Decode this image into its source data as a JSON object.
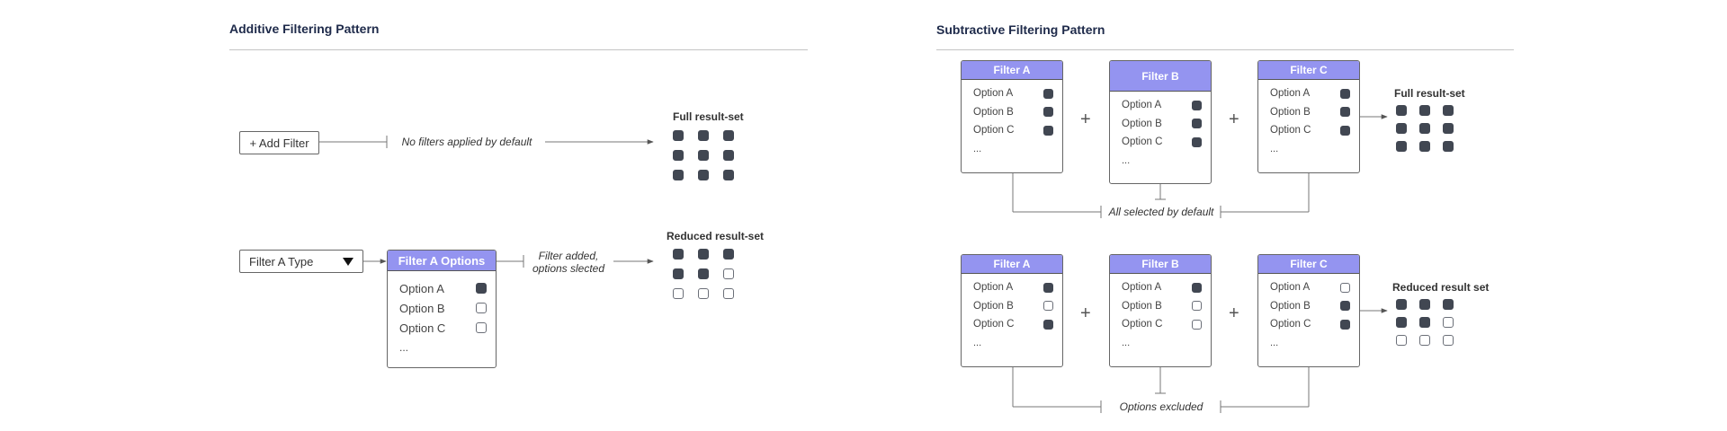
{
  "colors": {
    "header_fill": "#9494f0",
    "checked_fill": "#414752",
    "line": "#777777"
  },
  "additive": {
    "title": "Additive Filtering Pattern",
    "add_filter_label": "+ Add Filter",
    "caption_default": "No filters applied by default",
    "full_label": "Full result-set",
    "full_grid": [
      1,
      1,
      1,
      1,
      1,
      1,
      1,
      1,
      1
    ],
    "filter_type_label": "Filter A Type",
    "caret_icon": "triangle-down-icon",
    "panel": {
      "header": "Filter A Options",
      "options": [
        {
          "label": "Option A",
          "checked": true
        },
        {
          "label": "Option B",
          "checked": false
        },
        {
          "label": "Option C",
          "checked": false
        }
      ],
      "more": "..."
    },
    "caption_added_line1": "Filter added,",
    "caption_added_line2": "options slected",
    "reduced_label": "Reduced result-set",
    "reduced_grid": [
      1,
      1,
      1,
      1,
      1,
      0,
      0,
      0,
      0
    ]
  },
  "subtractive": {
    "title": "Subtractive Filtering Pattern",
    "top_panels": [
      {
        "header": "Filter A",
        "options": [
          {
            "label": "Option A",
            "checked": true
          },
          {
            "label": "Option B",
            "checked": true
          },
          {
            "label": "Option C",
            "checked": true
          }
        ],
        "more": "..."
      },
      {
        "header": "Filter B",
        "options": [
          {
            "label": "Option A",
            "checked": true
          },
          {
            "label": "Option B",
            "checked": true
          },
          {
            "label": "Option C",
            "checked": true
          }
        ],
        "more": "..."
      },
      {
        "header": "Filter C",
        "options": [
          {
            "label": "Option A",
            "checked": true
          },
          {
            "label": "Option B",
            "checked": true
          },
          {
            "label": "Option C",
            "checked": true
          }
        ],
        "more": "..."
      }
    ],
    "plus": "+",
    "full_label": "Full result-set",
    "full_grid": [
      1,
      1,
      1,
      1,
      1,
      1,
      1,
      1,
      1
    ],
    "caption_top": "All selected by default",
    "bottom_panels": [
      {
        "header": "Filter A",
        "options": [
          {
            "label": "Option A",
            "checked": true
          },
          {
            "label": "Option B",
            "checked": false
          },
          {
            "label": "Option C",
            "checked": true
          }
        ],
        "more": "..."
      },
      {
        "header": "Filter B",
        "options": [
          {
            "label": "Option A",
            "checked": true
          },
          {
            "label": "Option B",
            "checked": false
          },
          {
            "label": "Option C",
            "checked": false
          }
        ],
        "more": "..."
      },
      {
        "header": "Filter C",
        "options": [
          {
            "label": "Option A",
            "checked": false
          },
          {
            "label": "Option B",
            "checked": true
          },
          {
            "label": "Option C",
            "checked": true
          }
        ],
        "more": "..."
      }
    ],
    "reduced_label": "Reduced result set",
    "reduced_grid": [
      1,
      1,
      1,
      1,
      1,
      0,
      0,
      0,
      0
    ],
    "caption_bottom": "Options excluded"
  }
}
